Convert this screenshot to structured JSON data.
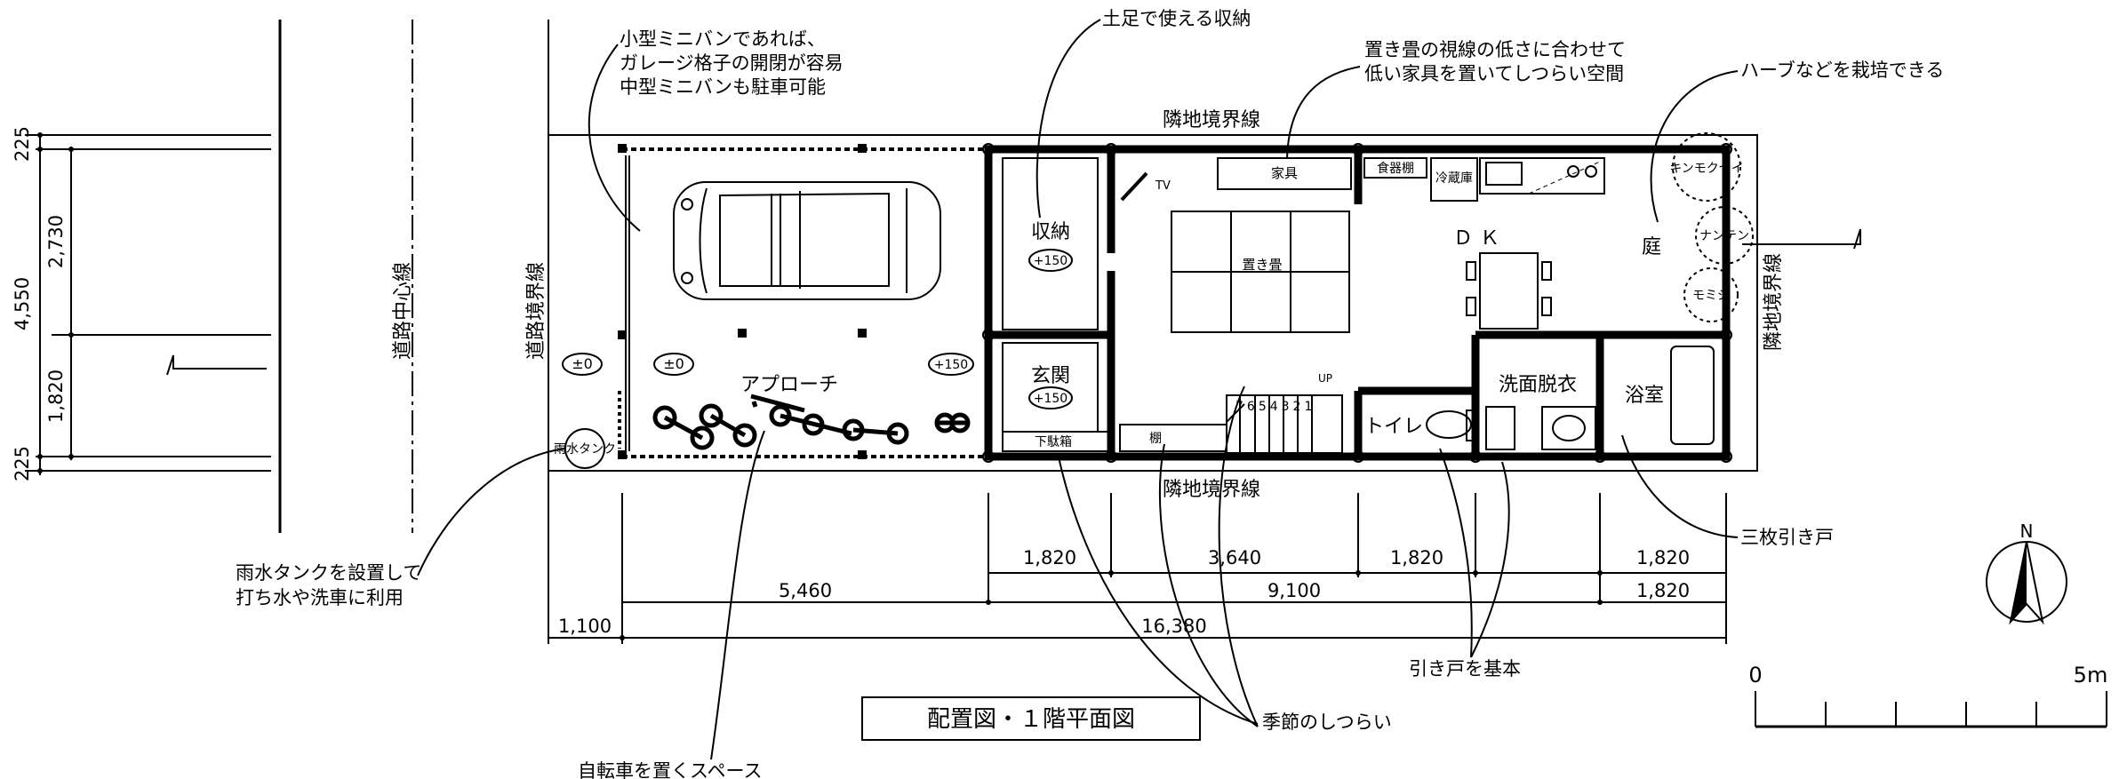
{
  "title": "配置図・１階平面図",
  "north_label": "N",
  "scale_bar": {
    "start": "0",
    "end": "5m"
  },
  "labels": {
    "road_center": "道路中心線",
    "road_boundary": "道路境界線",
    "neighbor_top": "隣地境界線",
    "neighbor_bottom": "隣地境界線",
    "neighbor_right": "隣地境界線",
    "approach": "アプローチ",
    "storage": "収納",
    "storage_level": "+150",
    "entrance": "玄関",
    "entrance_level": "+150",
    "shoe_rack": "下駄箱",
    "shelf": "棚",
    "tv": "TV",
    "furniture": "家具",
    "okidatami": "置き畳",
    "dish_shelf": "食器棚",
    "fridge": "冷蔵庫",
    "dk": "ＤＫ",
    "garden": "庭",
    "washroom": "洗面脱衣",
    "bath": "浴室",
    "toilet": "トイレ",
    "stair_up": "UP",
    "stair_steps": "7654321",
    "level_road": "±0",
    "level_approach": "±0",
    "level_approach2": "+150",
    "rain_tank": "雨水タンク",
    "plant1": "キンモクセイ",
    "plant2": "ナンテン",
    "plant3": "モミジ"
  },
  "annotations": {
    "minivan": [
      "小型ミニバンであれば、",
      "ガレージ格子の開閉が容易",
      "中型ミニバンも駐車可能"
    ],
    "doma": "土足で使える収納",
    "low_furniture": [
      "置き畳の視線の低さに合わせて",
      "低い家具を置いてしつらい空間"
    ],
    "herb": "ハーブなどを栽培できる",
    "rain": [
      "雨水タンクを設置して",
      "打ち水や洗車に利用"
    ],
    "bicycle": "自転車を置くスペース",
    "season": "季節のしつらい",
    "sliding": "引き戸を基本",
    "three_door": "三枚引き戸"
  },
  "dimensions": {
    "left": [
      "225",
      "2,730",
      "4,550",
      "1,820",
      "225"
    ],
    "row1": [
      "1,820",
      "3,640",
      "1,820",
      "1,820"
    ],
    "row2": [
      "5,460",
      "9,100",
      "1,820"
    ],
    "row3": [
      "1,100",
      "16,380"
    ]
  }
}
